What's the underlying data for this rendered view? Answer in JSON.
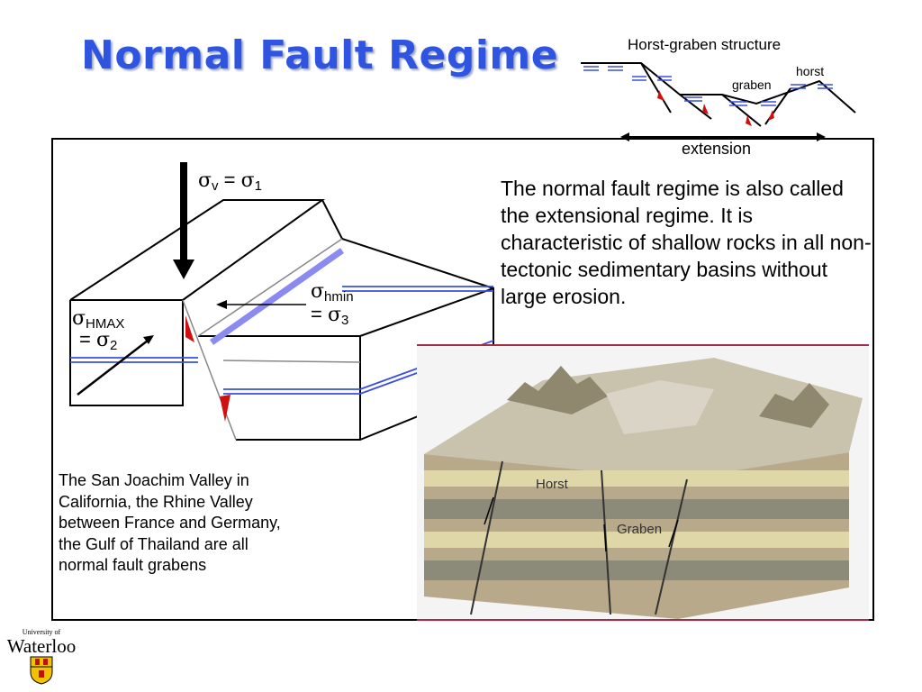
{
  "title": "Normal Fault Regime",
  "inset": {
    "title": "Horst-graben structure",
    "graben_label": "graben",
    "horst_label": "horst",
    "extension_label": "extension"
  },
  "block_diagram": {
    "sigma_v": {
      "symbol": "σ",
      "sub": "v",
      "eq": " = ",
      "symbol2": "σ",
      "sub2": "1"
    },
    "sigma_hmin": {
      "symbol": "σ",
      "sub": "hmin",
      "eq": "= ",
      "symbol2": "σ",
      "sub2": "3"
    },
    "sigma_hmax": {
      "symbol": "σ",
      "sub": "HMAX",
      "eq": "= ",
      "symbol2": "σ",
      "sub2": "2"
    }
  },
  "main_text": "The normal fault regime is also called the extensional regime.  It is characteristic of shallow rocks in all non-tectonic sedimentary basins without large erosion.",
  "caption": "The San Joachim Valley in California, the Rhine Valley between France and Germany, the Gulf of Thailand are all normal fault grabens",
  "landscape": {
    "horst_label": "Horst",
    "graben_label": "Graben"
  },
  "logo": {
    "small_text": "University of",
    "main_text": "Waterloo"
  },
  "colors": {
    "title": "#2f55e0",
    "layer_blue": "#3a4fe0",
    "fault_plane": "#8a8af0",
    "arrow_red": "#d01010"
  }
}
